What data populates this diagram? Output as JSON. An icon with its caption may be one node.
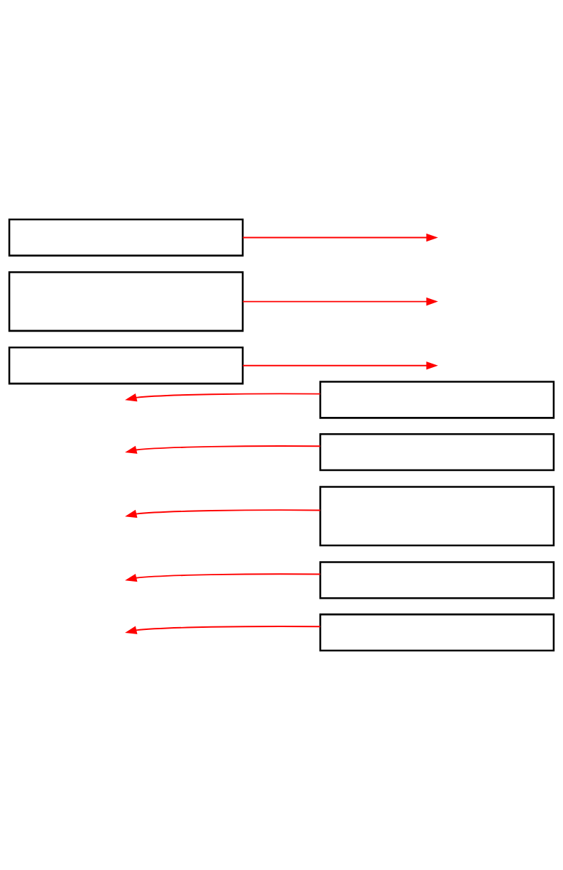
{
  "diagram": {
    "nodes": [
      {
        "text": [],
        "shape": "box"
      },
      {
        "text": [],
        "shape": "box"
      },
      {
        "text": [],
        "shape": "box"
      },
      {
        "text": [],
        "shape": "box"
      },
      {
        "text": [],
        "shape": "box"
      },
      {
        "text": [],
        "shape": "box"
      },
      {
        "text": [],
        "shape": "box"
      },
      {
        "text": [],
        "shape": "box"
      }
    ],
    "edges": [
      {
        "from": 0,
        "to": null,
        "arrow": "to"
      },
      {
        "from": 1,
        "to": null,
        "arrow": "to"
      },
      {
        "from": 2,
        "to": null,
        "arrow": "to"
      },
      {
        "from": 3,
        "to": null,
        "arrow": "to"
      },
      {
        "from": 4,
        "to": null,
        "arrow": "to"
      },
      {
        "from": 5,
        "to": null,
        "arrow": "to"
      },
      {
        "from": 6,
        "to": null,
        "arrow": "to"
      },
      {
        "from": 7,
        "to": null,
        "arrow": "to"
      }
    ]
  }
}
